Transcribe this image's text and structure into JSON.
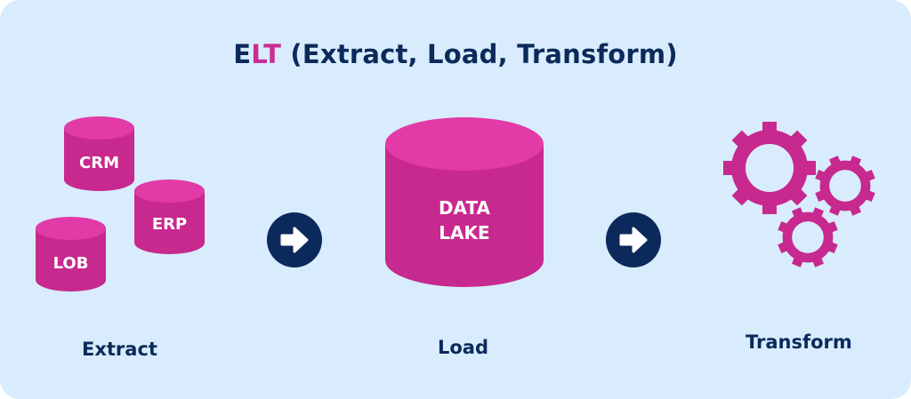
{
  "title": {
    "prefix": "E",
    "highlight": "LT",
    "rest": " (Extract, Load, Transform)"
  },
  "sources": [
    {
      "label": "CRM"
    },
    {
      "label": "ERP"
    },
    {
      "label": "LOB"
    }
  ],
  "data_lake": {
    "line1": "DATA",
    "line2": "LAKE"
  },
  "icons": {
    "arrow_1": "arrow-right-circle-icon",
    "arrow_2": "arrow-right-circle-icon",
    "transform": "gears-icon"
  },
  "steps": {
    "extract": "Extract",
    "load": "Load",
    "transform": "Transform"
  },
  "colors": {
    "background": "#d9ecfd",
    "navy": "#0b2a5b",
    "magenta_body": "#c7298e",
    "magenta_top": "#e23aa6",
    "gear": "#c7298e"
  }
}
